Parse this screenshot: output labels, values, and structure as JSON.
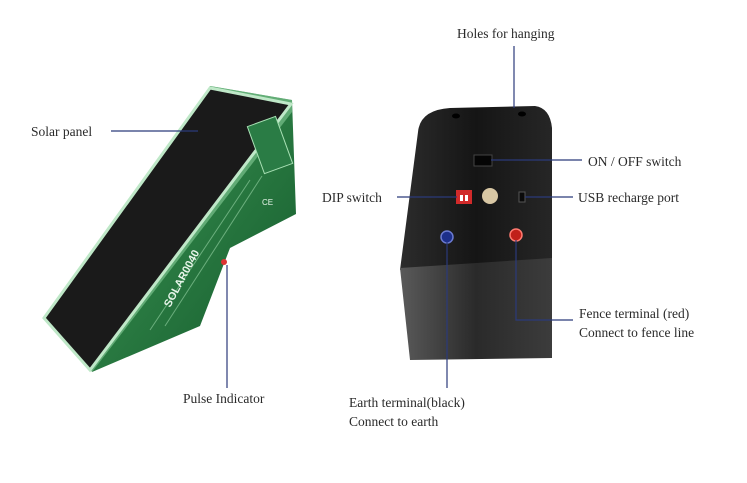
{
  "device_text": {
    "model": "SOLAR0040",
    "side_mark": "CE"
  },
  "labels": {
    "solar_panel": "Solar panel",
    "pulse_indicator": "Pulse Indicator",
    "holes_for_hanging": "Holes for hanging",
    "on_off_switch": "ON / OFF switch",
    "dip_switch": "DIP switch",
    "usb_recharge_port": "USB recharge port",
    "fence_terminal_line1": "Fence terminal (red)",
    "fence_terminal_line2": "Connect to fence line",
    "earth_terminal_line1": "Earth terminal(black)",
    "earth_terminal_line2": "Connect to earth"
  },
  "colors": {
    "leader_line": "#2b3a7a",
    "panel_black": "#1a1a1a",
    "casing_green": "#1f6b3a",
    "fence_terminal": "#c0201a",
    "earth_terminal": "#1d2f8a"
  }
}
